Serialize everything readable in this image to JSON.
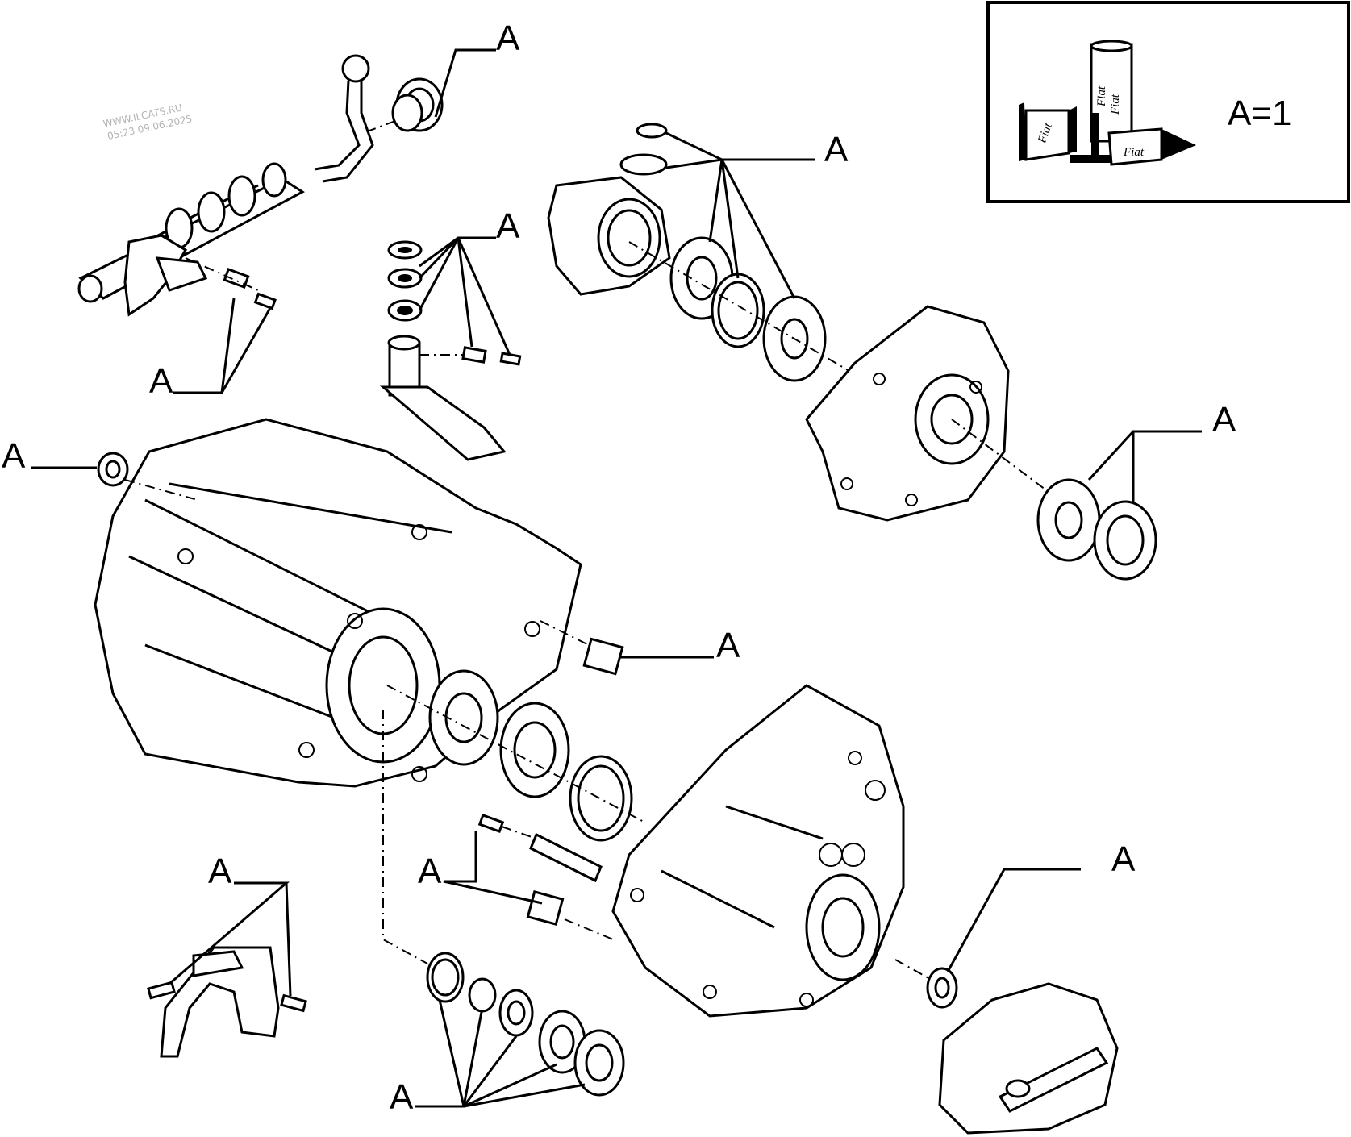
{
  "watermark": {
    "line1": "WWW.ILCATS.RU",
    "line2": "05:23 09.06.2025"
  },
  "legend": {
    "text": "A=1",
    "can_labels": [
      "Fiat",
      "Fiat",
      "Fiat",
      "Fiat"
    ]
  },
  "callouts": {
    "label": "A"
  },
  "colors": {
    "line": "#000000",
    "background": "#ffffff",
    "watermark": "#b4b4b4"
  }
}
